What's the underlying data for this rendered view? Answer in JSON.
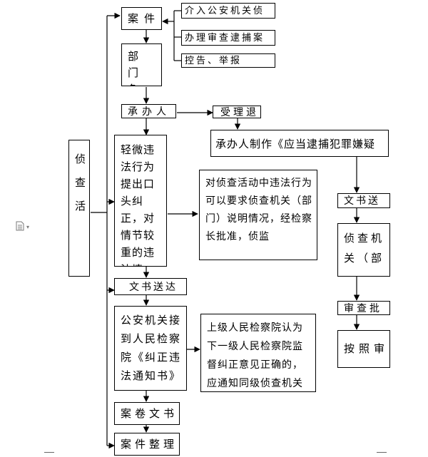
{
  "diagram": {
    "left_label": "侦查活",
    "case": "案件",
    "case_sources": {
      "s1": "介入公安机关侦",
      "s2": "办理审查逮捕案",
      "s3": "控告、举报"
    },
    "department": "部门负责",
    "undertaker": "承办人",
    "accept": "受理退",
    "make_doc": "承办人制作《应当逮捕犯罪嫌疑",
    "minor_violation": "轻微违法行为提出口头纠正，对情节较重的违法情形，和多次口头纠",
    "report": "对侦查活动中违法行为可以要求侦查机关（部门）说明情况，经检察长批准，侦监",
    "doc_delivery": "文书送达",
    "doc_delivery_right": "文书送",
    "police_receive": "公安机关接到人民检察院《纠正违法通知书》",
    "higher_court": "上级人民检察院认为下一级人民检察院监督纠正意见正确的，应通知同级侦查机关",
    "investigation_org": "侦查机关（部",
    "review": "审查批",
    "as_review": "按照审",
    "archive_doc": "案卷文书",
    "case_arrange": "案件整理"
  }
}
